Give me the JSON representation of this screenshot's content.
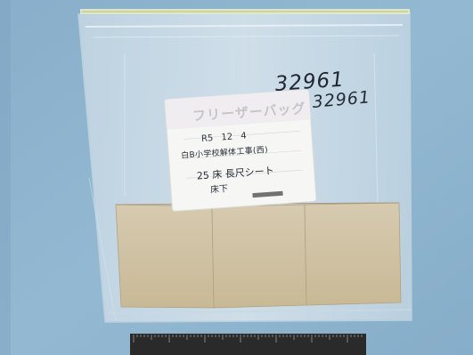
{
  "bag": {
    "number_primary": "32961",
    "number_secondary": "32961",
    "label": {
      "title": "フリーザーバッグ",
      "date": "R5 12 4",
      "line1": "白B小学校解体工事(西)",
      "line2": "25 床 長尺シート",
      "line3": "床下"
    }
  },
  "colors": {
    "background": "#8fb6cf",
    "sample_tile": "#cdbfa2",
    "label_card": "#f6f6f4",
    "ziplock": "#e4ebc7",
    "ruler": "#2a2a2a",
    "ink": "#262c36"
  },
  "icons": [
    "ruler-icon",
    "ziplock-seal-icon"
  ]
}
